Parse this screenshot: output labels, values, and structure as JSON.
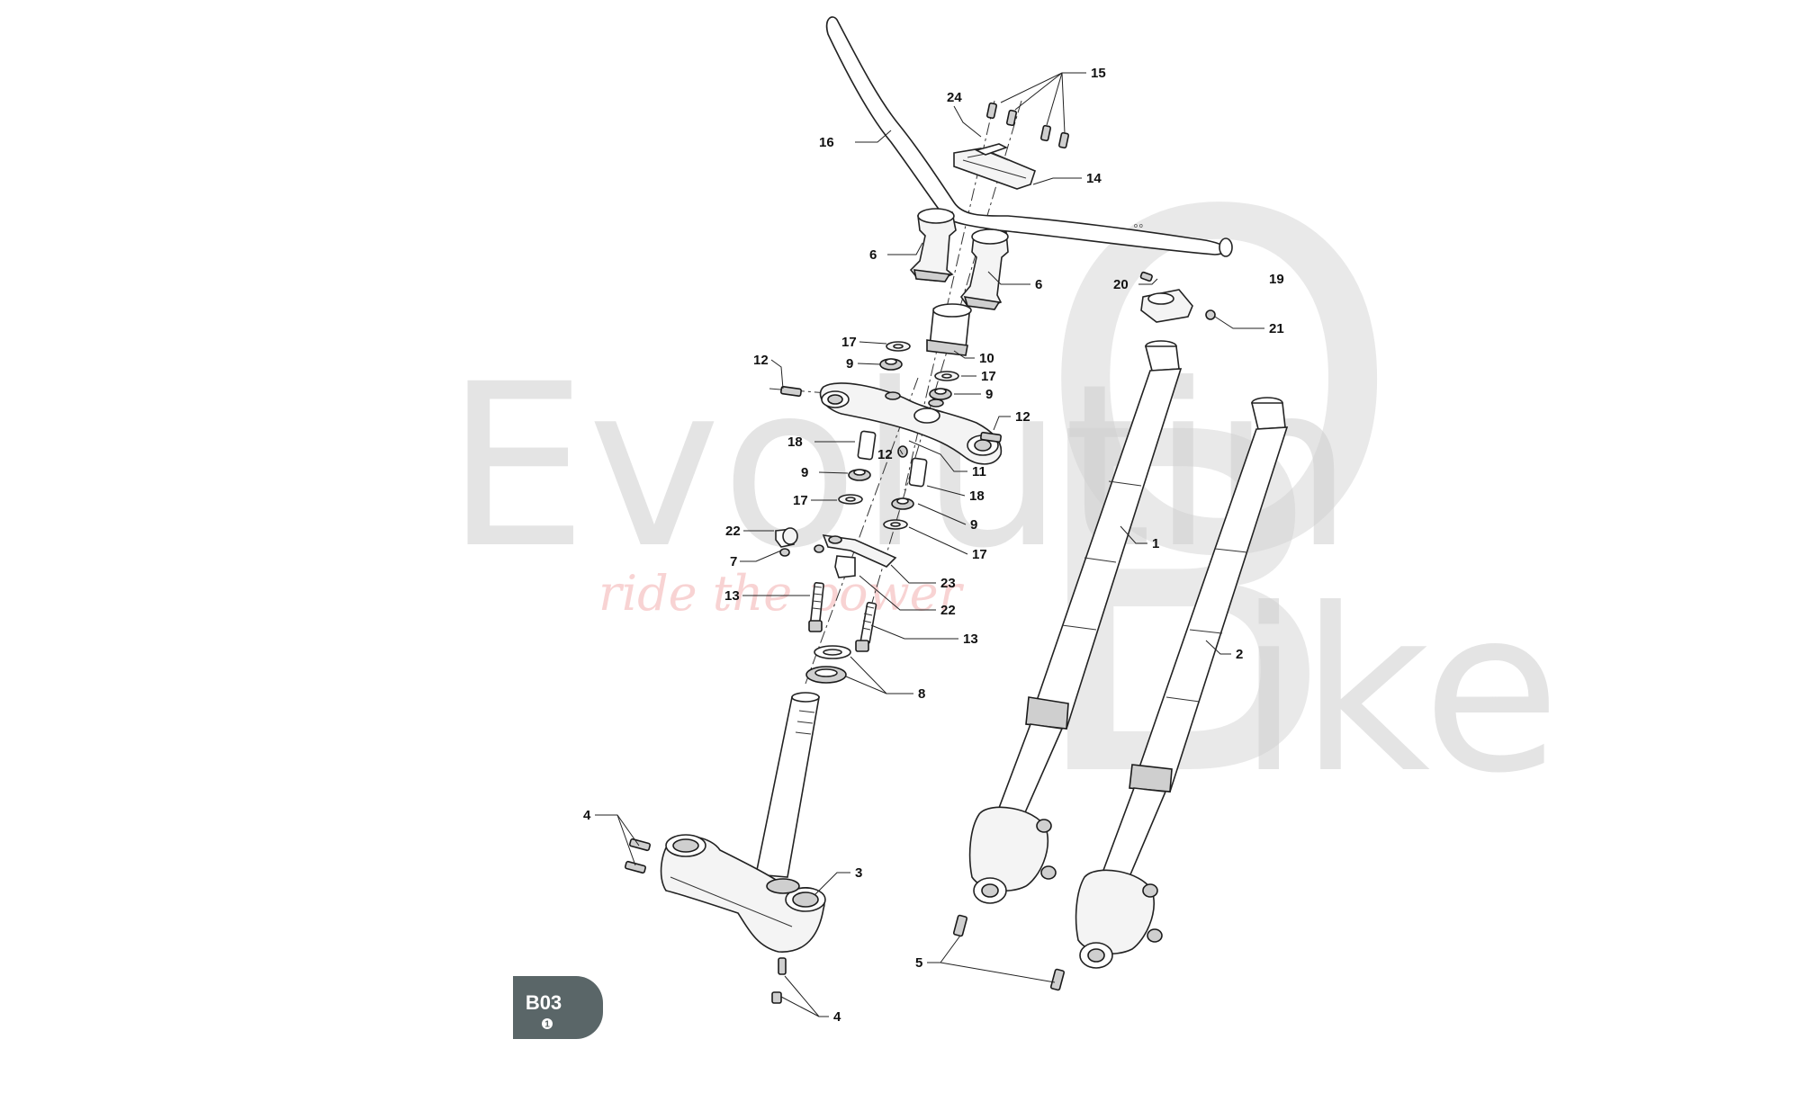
{
  "diagram": {
    "callouts": {
      "c1": "1",
      "c2": "2",
      "c3": "3",
      "c4a": "4",
      "c4b": "4",
      "c5": "5",
      "c6a": "6",
      "c6b": "6",
      "c7": "7",
      "c8": "8",
      "c9a": "9",
      "c9b": "9",
      "c9c": "9",
      "c9d": "9",
      "c10": "10",
      "c11": "11",
      "c12a": "12",
      "c12b": "12",
      "c12c": "12",
      "c13a": "13",
      "c13b": "13",
      "c14": "14",
      "c15": "15",
      "c16": "16",
      "c17a": "17",
      "c17b": "17",
      "c17c": "17",
      "c17d": "17",
      "c18a": "18",
      "c18b": "18",
      "c19": "19",
      "c20": "20",
      "c21": "21",
      "c22a": "22",
      "c22b": "22",
      "c23": "23",
      "c24": "24"
    }
  },
  "watermark": {
    "word1": "Evoluti",
    "o": "O",
    "n": "n",
    "b": "B",
    "word2": "ike",
    "tagline": "ride the power"
  },
  "badge": {
    "code": "B03",
    "page": "1",
    "color": "#5a6668"
  }
}
